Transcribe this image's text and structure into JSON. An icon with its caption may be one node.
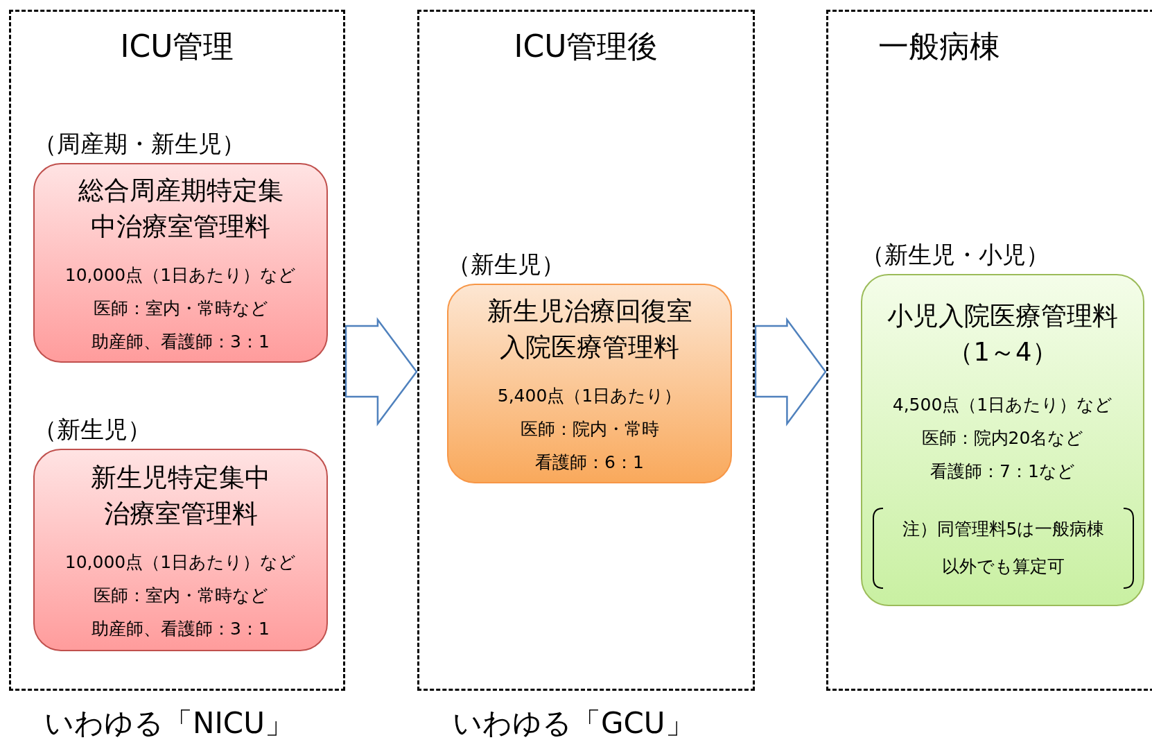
{
  "diagram": {
    "nodes": [
      {
        "text": [
          "ICU管理"
        ],
        "beside": [
          "いわゆる「NICU」"
        ]
      },
      {
        "text": [
          "（周産期・新生児）",
          "総合周産期特定集中治療室管理料",
          "10,000点（1日あたり）など",
          "医師：室内・常時など",
          "助産師、看護師：3：1"
        ],
        "in": 0
      },
      {
        "text": [
          "（新生児）",
          "新生児特定集中治療室管理料",
          "10,000点（1日あたり）など",
          "医師：室内・常時など",
          "助産師、看護師：3：1"
        ],
        "in": 0
      },
      {
        "text": [
          "ICU管理後"
        ],
        "beside": [
          "いわゆる「GCU」"
        ]
      },
      {
        "text": [
          "（新生児）",
          "新生児治療回復室入院医療管理料",
          "5,400点（1日あたり）",
          "医師：院内・常時",
          "看護師：6：1"
        ],
        "in": 3
      },
      {
        "text": [
          "一般病棟"
        ]
      },
      {
        "text": [
          "（新生児・小児）",
          "小児入院医療管理料（1～4）",
          "4,500点（1日あたり）など",
          "医師：院内20名など",
          "看護師：7：1など",
          "注）同管理料5は一般病棟以外でも算定可"
        ],
        "in": 5
      }
    ],
    "edges": [
      {
        "from": 0,
        "to": 3,
        "arrow": "to"
      },
      {
        "from": 3,
        "to": 5,
        "arrow": "to"
      }
    ]
  }
}
